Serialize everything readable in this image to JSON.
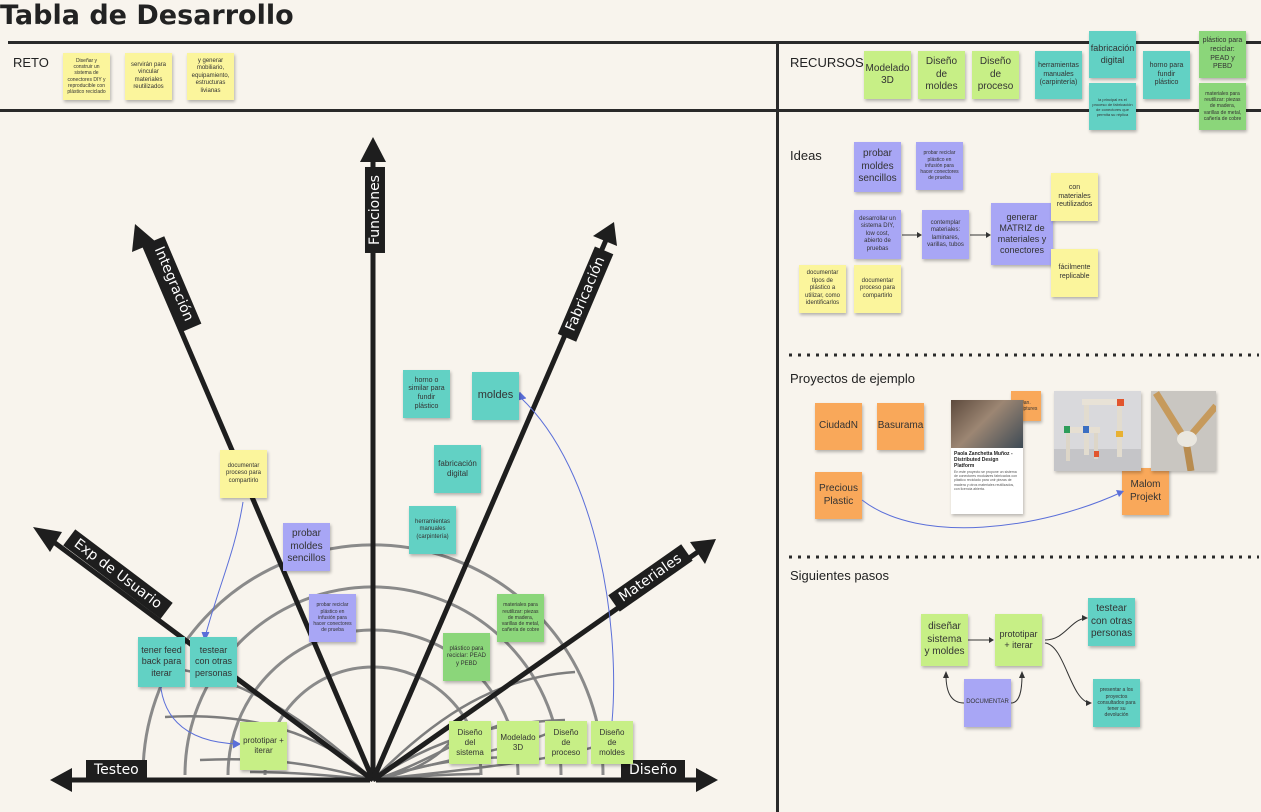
{
  "title": "Tabla de Desarrollo",
  "sections": {
    "reto": "RETO",
    "recursos": "RECURSOS",
    "ideas": "Ideas",
    "proyectos": "Proyectos de ejemplo",
    "siguientes": "Siguientes pasos"
  },
  "reto_notes": [
    "Diseñar y construir un sistema de conectores DIY y reproducible con plástico reciclado",
    "servirán para vincular materiales reutilizados",
    "y generar mobiliario, equipamiento, estructuras livianas"
  ],
  "recursos_notes": [
    "Modelado 3D",
    "Diseño de moldes",
    "Diseño de proceso",
    "herramientas manuales (carpintería)",
    "fabricación digital",
    "la principal es el proceso de fabricación de conectores que permita su réplica",
    "horno para fundir plástico",
    "plástico para reciclar: PEAD y PEBD",
    "materiales para reutilizar: piezas de madera, varillas de metal, cañería de cobre"
  ],
  "ideas_notes": [
    "probar moldes sencillos",
    "probar reciclar plástico en infusión para hacer conectores de prueba",
    "desarrollar un sistema DIY, low cost, abierto de pruebas",
    "contemplar materiales: laminares, varillas, tubos",
    "generar MATRIZ de materiales y conectores",
    "con materiales reutilizados",
    "fácilmente replicable",
    "documentar tipos de plástico a utilizar, como identificarlos",
    "documentar proceso para compartirlo"
  ],
  "proyectos": {
    "ciudadn": "CiudadN",
    "basurama": "Basurama",
    "precious": "Precious Plastic",
    "malom": "Malom Projekt",
    "small_tag": "Jan. sculptures",
    "card_title": "Paola Zanchetta Muñoz - Distributed Design Platform",
    "card_text": "En este proyecto se propone un sistema de conectores modulares fabricados con plástico reciclado para unir piezas de madera y otros materiales reutilizados, con licencia abierta."
  },
  "siguientes": {
    "disenar": "diseñar sistema y moldes",
    "prototipar": "prototipar + iterar",
    "testear": "testear con otras personas",
    "documentar": "DOCUMENTAR",
    "presentar": "presentar a los proyectos consultados para tener su devolución"
  },
  "radar": {
    "axes": {
      "funciones": "Funciones",
      "integracion": "Integración",
      "fabricacion": "Fabricación",
      "exp_usuario": "Exp de Usuario",
      "materiales": "Materiales",
      "testeo": "Testeo",
      "diseno": "Diseño"
    },
    "notes": {
      "horno": "horno o similar para fundir plástico",
      "moldes": "moldes",
      "fab_digital": "fabricación digital",
      "herramientas": "herramientas manuales (carpintería)",
      "documentar": "documentar proceso para compartirlo",
      "probar": "probar moldes sencillos",
      "probar_reciclar": "probar reciclar plástico en infusión para hacer conectores de prueba",
      "materiales_reutilizar": "materiales para reutilizar: piezas de madera, varillas de metal, cañería de cobre",
      "plastico": "plástico para reciclar: PEAD y PEBD",
      "feedback": "tener feed back para iterar",
      "testear": "testear con otras personas",
      "prototipar": "prototipar + iterar",
      "diseno_sistema": "Diseño del sistema",
      "modelado": "Modelado 3D",
      "diseno_proceso": "Diseño de proceso",
      "diseno_moldes": "Diseño de moldes"
    }
  }
}
